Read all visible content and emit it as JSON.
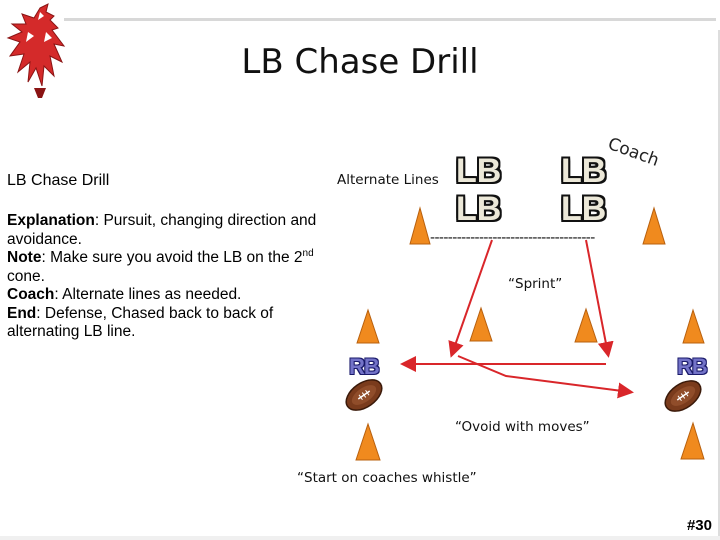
{
  "slide": {
    "title": "LB Chase Drill",
    "page_number": "#30"
  },
  "explanation": {
    "heading": "LB Chase Drill",
    "explanation_label": "Explanation",
    "explanation_text": ": Pursuit, changing direction and avoidance.",
    "note_label": "Note",
    "note_text_before": ": Make sure you avoid the LB on the 2",
    "note_sup": "nd",
    "note_text_after": " cone.",
    "coach_label": "Coach",
    "coach_text": ": Alternate lines as needed.",
    "end_label": "End",
    "end_text": ": Defense, Chased back to back of alternating LB line."
  },
  "diagram": {
    "alternate_lines": "Alternate Lines",
    "lb": "LB",
    "rb": "RB",
    "coach": "Coach",
    "sprint": "“Sprint”",
    "avoid": "“Ovoid with moves”",
    "start": "“Start on coaches whistle”",
    "dashes": "-------------------------------------",
    "colors": {
      "cone": "#f08a1e",
      "arrow": "#d9262a",
      "logo": "#d42a2a"
    }
  }
}
